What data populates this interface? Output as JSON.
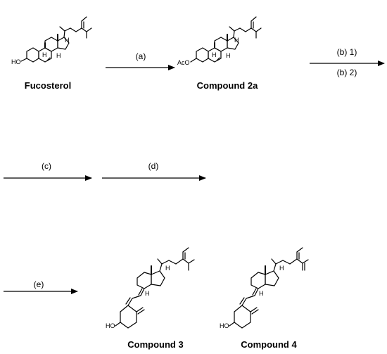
{
  "compounds": {
    "fucosterol": {
      "name": "Fucosterol",
      "group": "HO"
    },
    "c2a": {
      "name": "Compound 2a",
      "group": "AcO"
    },
    "c3": {
      "name": "Compound 3",
      "group": "HO"
    },
    "c4": {
      "name": "Compound 4",
      "group": "HO"
    }
  },
  "atom_labels": {
    "hydrogen": "H"
  },
  "steps": {
    "a": "(a)",
    "b1": "(b) 1)",
    "b2": "(b) 2)",
    "c": "(c)",
    "d": "(d)",
    "e": "(e)"
  }
}
